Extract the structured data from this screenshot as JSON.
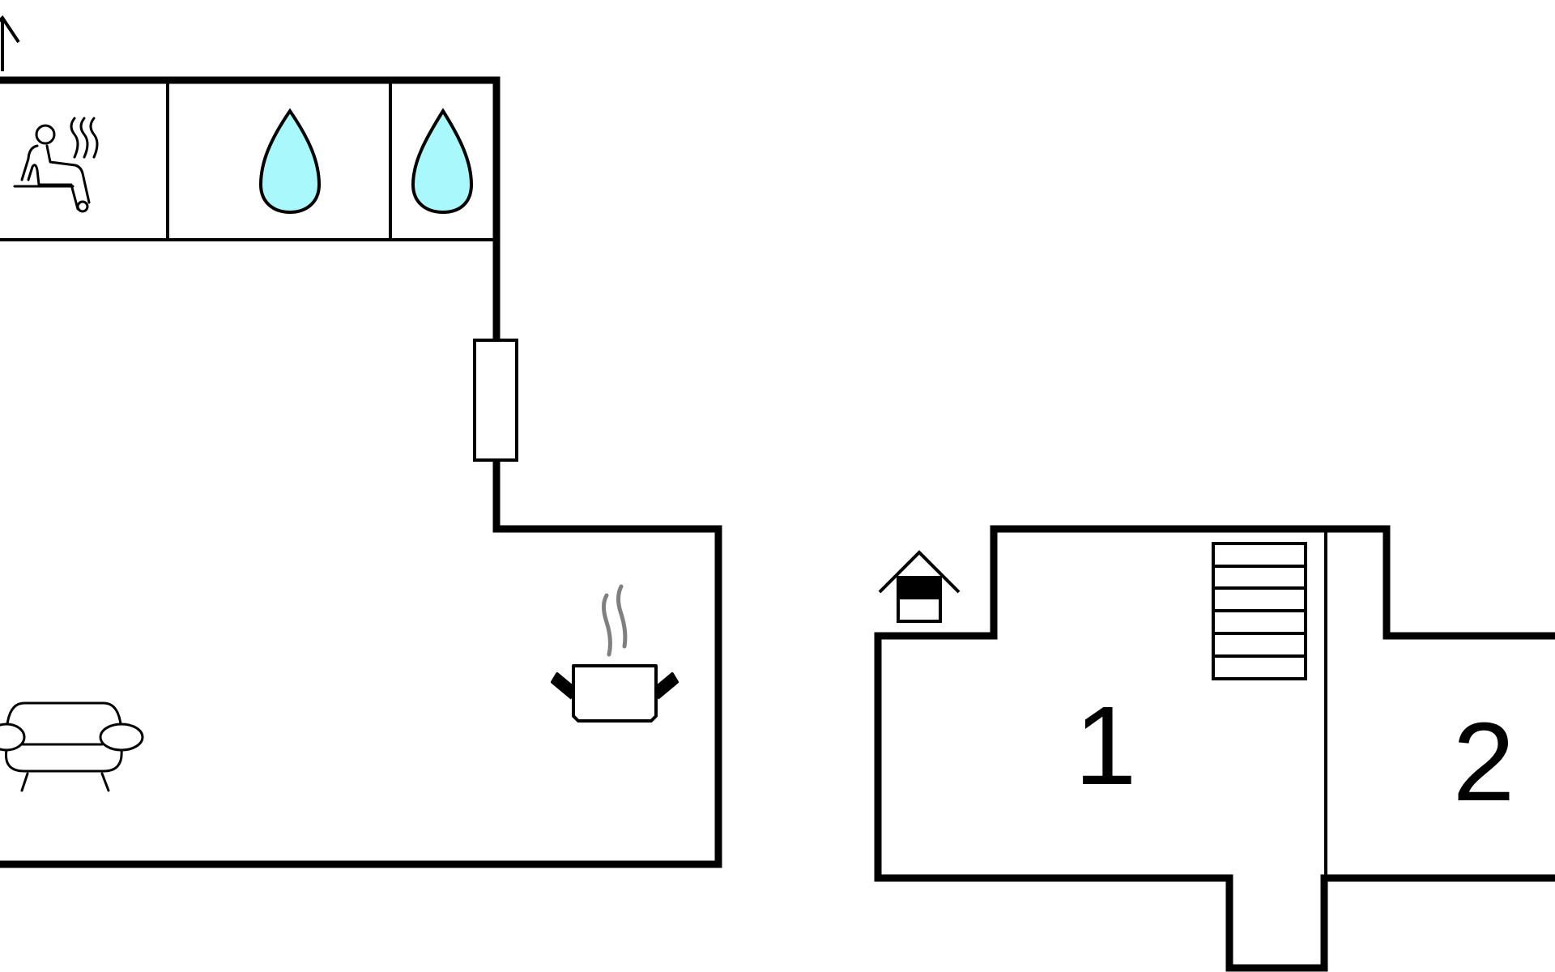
{
  "floorplan": {
    "rooms": [
      {
        "id": "sauna",
        "icon": "sauna-icon"
      },
      {
        "id": "bathroom-1",
        "icon": "water-drop-icon"
      },
      {
        "id": "bathroom-2",
        "icon": "water-drop-icon"
      },
      {
        "id": "living-kitchen",
        "icons": [
          "sofa-icon",
          "cooking-pot-icon"
        ]
      },
      {
        "id": "bedroom-1",
        "label": "1",
        "icons": [
          "stairs-icon",
          "entrance-icon"
        ]
      },
      {
        "id": "bedroom-2",
        "label": "2"
      }
    ],
    "labels": {
      "room_1": "1",
      "room_2": "2"
    },
    "icons": [
      "north-arrow-icon",
      "sauna-icon",
      "water-drop-icon",
      "sofa-icon",
      "cooking-pot-icon",
      "entrance-icon",
      "stairs-icon",
      "door-icon"
    ],
    "colors": {
      "wall": "#000000",
      "water": "#a8f8fc",
      "steam": "#808080",
      "background": "#ffffff"
    }
  }
}
